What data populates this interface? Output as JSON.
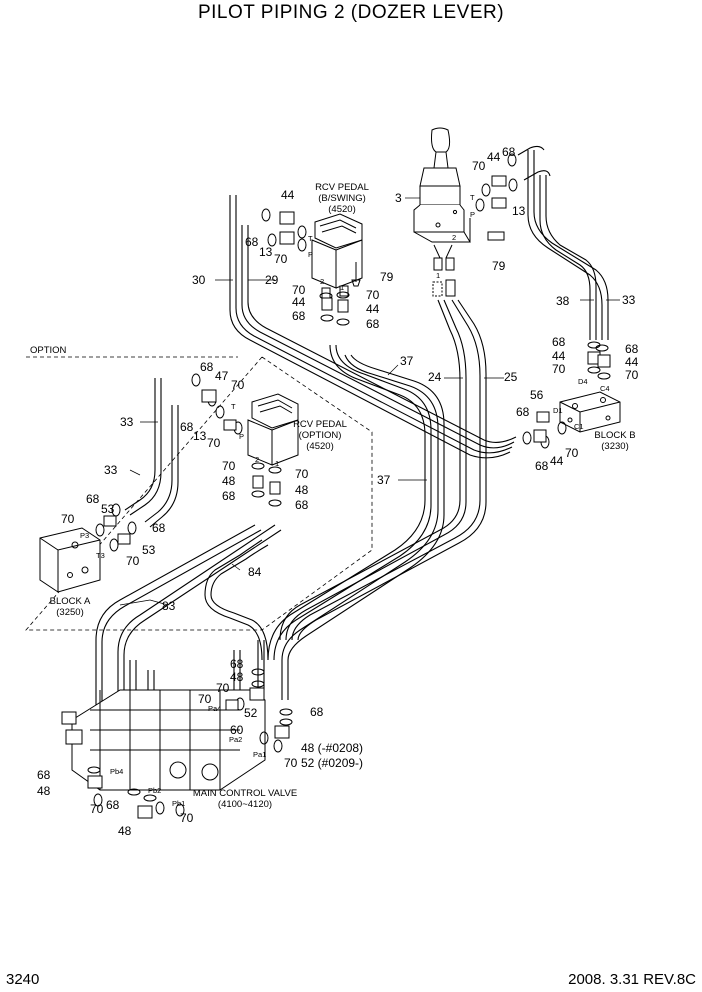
{
  "title": "PILOT PIPING 2 (DOZER LEVER)",
  "footer": {
    "page_number": "3240",
    "date_rev": "2008. 3.31  REV.8C"
  },
  "labels": {
    "option": "OPTION",
    "rcv_pedal_bswing": [
      "RCV PEDAL",
      "(B/SWING)",
      "(4520)"
    ],
    "rcv_pedal_option": [
      "RCV PEDAL",
      "(OPTION)",
      "(4520)"
    ],
    "block_a": [
      "BLOCK A",
      "(3250)"
    ],
    "block_b": [
      "BLOCK B",
      "(3230)"
    ],
    "main_control_valve": [
      "MAIN CONTROL VALVE",
      "(4100~4120)"
    ],
    "note_48": "48 (-#0208)",
    "note_52": "52 (#0209-)"
  },
  "callouts": [
    {
      "id": "c1",
      "text": "3"
    },
    {
      "id": "c2",
      "text": "70"
    },
    {
      "id": "c3",
      "text": "44"
    },
    {
      "id": "c4",
      "text": "68"
    },
    {
      "id": "c5",
      "text": "13"
    },
    {
      "id": "c6",
      "text": "79"
    },
    {
      "id": "c7",
      "text": "44"
    },
    {
      "id": "c8",
      "text": "68"
    },
    {
      "id": "c9",
      "text": "13"
    },
    {
      "id": "c10",
      "text": "70"
    },
    {
      "id": "c11",
      "text": "30"
    },
    {
      "id": "c12",
      "text": "29"
    },
    {
      "id": "c13",
      "text": "79"
    },
    {
      "id": "c14",
      "text": "70"
    },
    {
      "id": "c15",
      "text": "70"
    },
    {
      "id": "c16",
      "text": "44"
    },
    {
      "id": "c17",
      "text": "44"
    },
    {
      "id": "c18",
      "text": "68"
    },
    {
      "id": "c19",
      "text": "68"
    },
    {
      "id": "c20",
      "text": "38"
    },
    {
      "id": "c21",
      "text": "33"
    },
    {
      "id": "c22",
      "text": "68"
    },
    {
      "id": "c23",
      "text": "68"
    },
    {
      "id": "c24",
      "text": "44"
    },
    {
      "id": "c25",
      "text": "44"
    },
    {
      "id": "c26",
      "text": "70"
    },
    {
      "id": "c27",
      "text": "70"
    },
    {
      "id": "c28",
      "text": "37"
    },
    {
      "id": "c29",
      "text": "24"
    },
    {
      "id": "c30",
      "text": "25"
    },
    {
      "id": "c31",
      "text": "56"
    },
    {
      "id": "c32",
      "text": "68"
    },
    {
      "id": "c33",
      "text": "70"
    },
    {
      "id": "c34",
      "text": "44"
    },
    {
      "id": "c35",
      "text": "68"
    },
    {
      "id": "c36",
      "text": "68"
    },
    {
      "id": "c37",
      "text": "47"
    },
    {
      "id": "c38",
      "text": "70"
    },
    {
      "id": "c39",
      "text": "33"
    },
    {
      "id": "c40",
      "text": "68"
    },
    {
      "id": "c41",
      "text": "13"
    },
    {
      "id": "c42",
      "text": "70"
    },
    {
      "id": "c43",
      "text": "70"
    },
    {
      "id": "c44",
      "text": "70"
    },
    {
      "id": "c45",
      "text": "48"
    },
    {
      "id": "c46",
      "text": "48"
    },
    {
      "id": "c47",
      "text": "68"
    },
    {
      "id": "c48",
      "text": "68"
    },
    {
      "id": "c49",
      "text": "37"
    },
    {
      "id": "c50",
      "text": "33"
    },
    {
      "id": "c51",
      "text": "68"
    },
    {
      "id": "c52",
      "text": "53"
    },
    {
      "id": "c53",
      "text": "70"
    },
    {
      "id": "c54",
      "text": "68"
    },
    {
      "id": "c55",
      "text": "53"
    },
    {
      "id": "c56",
      "text": "70"
    },
    {
      "id": "c57",
      "text": "84"
    },
    {
      "id": "c58",
      "text": "83"
    },
    {
      "id": "c59",
      "text": "68"
    },
    {
      "id": "c60",
      "text": "48"
    },
    {
      "id": "c61",
      "text": "70"
    },
    {
      "id": "c62",
      "text": "70"
    },
    {
      "id": "c63",
      "text": "52"
    },
    {
      "id": "c64",
      "text": "68"
    },
    {
      "id": "c65",
      "text": "60"
    },
    {
      "id": "c66",
      "text": "70"
    },
    {
      "id": "c67",
      "text": "68"
    },
    {
      "id": "c68",
      "text": "48"
    },
    {
      "id": "c69",
      "text": "70"
    },
    {
      "id": "c70",
      "text": "68"
    },
    {
      "id": "c71",
      "text": "70"
    },
    {
      "id": "c72",
      "text": "48"
    }
  ],
  "ports": {
    "t_top": "T",
    "p_top": "P",
    "t_opt": "T",
    "p_opt": "P",
    "t_rcv": "T",
    "p_rcv": "P",
    "n1_top": "1",
    "n2_top": "2",
    "n1_rcv": "1",
    "n2_rcv": "2",
    "n1_opt": "1",
    "n2_opt": "2",
    "p3": "P3",
    "t3": "T3",
    "d1": "D1",
    "d4": "D4",
    "c1": "C1",
    "c4": "C4",
    "pa4": "Pa4",
    "pb4": "Pb4",
    "pa1": "Pa1",
    "pa2": "Pa2",
    "pb2": "Pb2",
    "pb1": "Pb1"
  }
}
